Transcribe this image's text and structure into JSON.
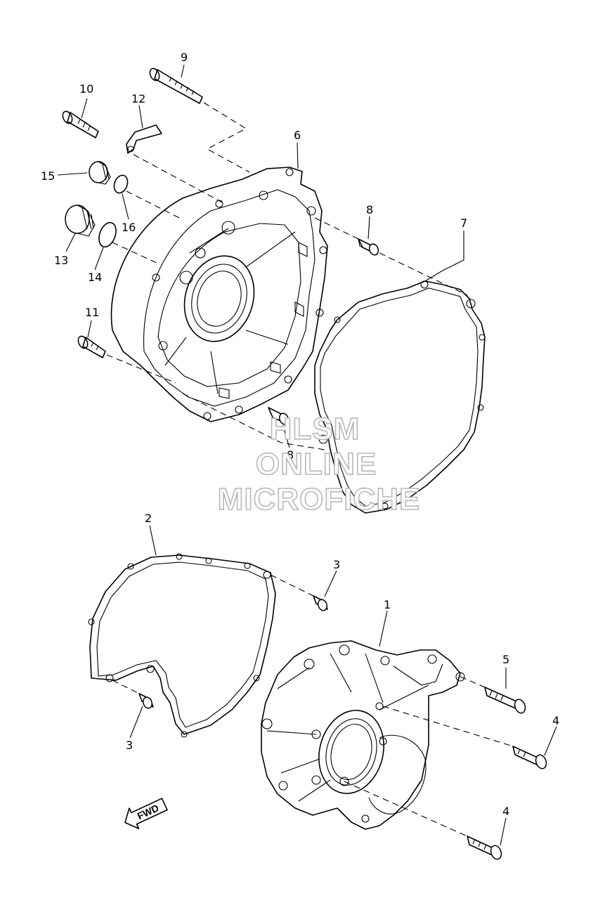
{
  "callouts": {
    "c1": "1",
    "c2": "2",
    "c3a": "3",
    "c3b": "3",
    "c4a": "4",
    "c4b": "4",
    "c5": "5",
    "c6": "6",
    "c7": "7",
    "c8a": "8",
    "c8b": "8",
    "c9": "9",
    "c10": "10",
    "c11": "11",
    "c12": "12",
    "c13": "13",
    "c14": "14",
    "c15": "15",
    "c16": "16"
  },
  "watermark": {
    "line1": "HLSM",
    "line2": "ONLINE",
    "line3": "MICROFICHE"
  },
  "fwd_label": "FWD"
}
